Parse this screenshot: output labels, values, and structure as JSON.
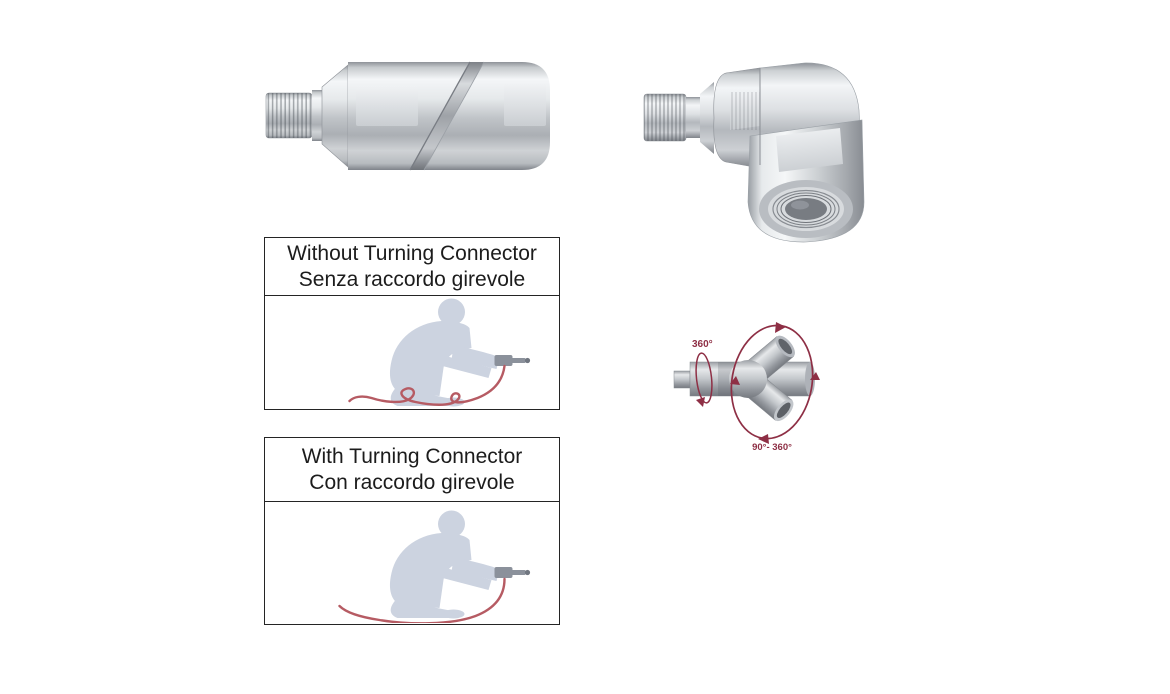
{
  "page": {
    "background_color": "#ffffff",
    "description": "Product diagram of air-line swivel connectors"
  },
  "products": {
    "straight_connector_alt": "Straight swivel connector with male thread",
    "elbow_connector_alt": "90-degree elbow swivel connector with female outlet"
  },
  "comparison_boxes": [
    {
      "title_en": "Without Turning Connector",
      "title_it": "Senza raccordo girevole",
      "illustration": "kneeling worker using air tool with tangled coiled hose"
    },
    {
      "title_en": "With Turning Connector",
      "title_it": "Con raccordo girevole",
      "illustration": "kneeling worker using air tool with smooth untangled hose"
    }
  ],
  "rotation_diagram": {
    "swivel_label": "360°",
    "elbow_label": "90°- 360°",
    "annotation_color": "#8e2f45"
  },
  "palette": {
    "metal_light": "#f5f7f8",
    "metal_mid": "#c3c7cb",
    "metal_dark": "#82868c",
    "silhouette": "#ccd3e0",
    "tool_gray": "#8b919b",
    "hose_red": "#b65b63",
    "box_border": "#242424",
    "text_color": "#1c1c1c"
  }
}
